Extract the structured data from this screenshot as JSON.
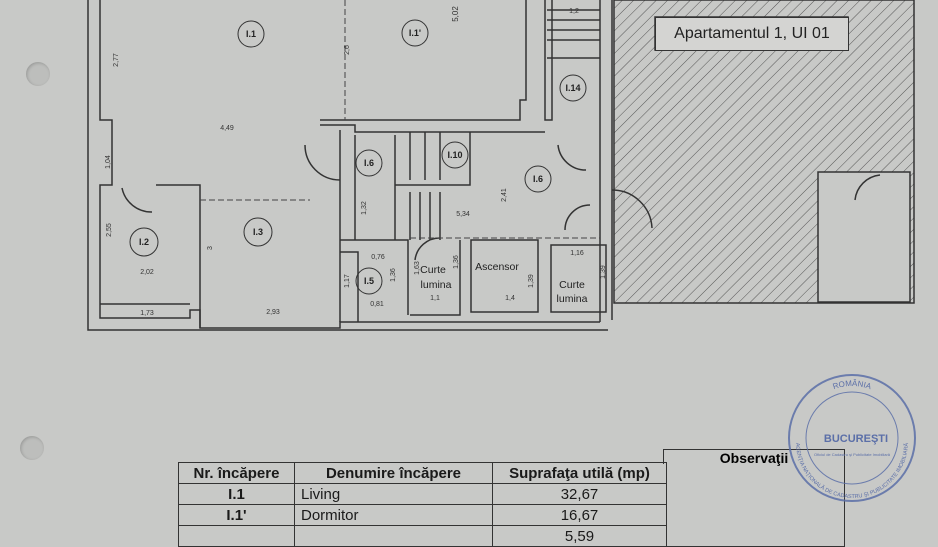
{
  "plan": {
    "title": "Apartamentul 1, UI 01",
    "room_labels": [
      "I.1",
      "I.1'",
      "I.14",
      "I.6",
      "I.10",
      "I.6",
      "I.2",
      "I.3",
      "I.5"
    ],
    "room_names": {
      "curte1_a": "Curte",
      "curte1_b": "lumina",
      "ascensor": "Ascensor",
      "curte2_a": "Curte",
      "curte2_b": "lumina"
    },
    "dimensions": [
      "1,2",
      "5,02",
      "2,77",
      "2,6",
      "4,49",
      "1,04",
      "2,55",
      "2,02",
      "3",
      "1,32",
      "2,41",
      "5,34",
      "0,76",
      "1,36",
      "1,17",
      "0,81",
      "1,63",
      "1,36",
      "1,39",
      "1,16",
      "1,39",
      "1,73",
      "2,93",
      "1,1",
      "1,4"
    ]
  },
  "table": {
    "headers": [
      "Nr. încăpere",
      "Denumire încăpere",
      "Suprafaţa utilă (mp)",
      "Observaţii"
    ],
    "rows": [
      {
        "nr": "I.1",
        "name": "Living",
        "area": "32,67"
      },
      {
        "nr": "I.1'",
        "name": "Dormitor",
        "area": "16,67"
      },
      {
        "nr": "",
        "name": "",
        "area": "5,59"
      }
    ]
  },
  "stamp": {
    "top": "ROMÂNIA",
    "center": "BUCUREŞTI",
    "ring": "AGENŢIA NAŢIONALĂ DE CADASTRU ŞI PUBLICITATE IMOBILIARĂ",
    "inner": "Oficiul de Cadastru şi Publicitate Imobiliară",
    "color": "#5b6fa8"
  },
  "colors": {
    "paper": "#c8c9c7",
    "ink": "#333333"
  }
}
